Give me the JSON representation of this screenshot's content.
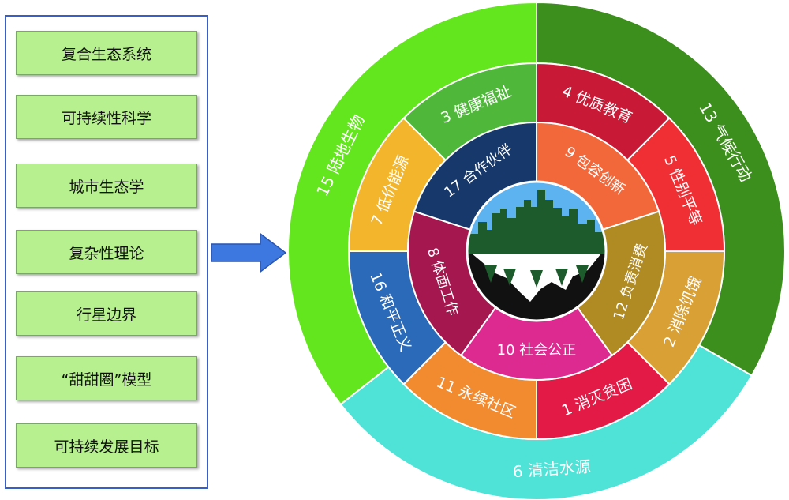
{
  "concepts": [
    "复合生态系统",
    "可持续性科学",
    "城市生态学",
    "复杂性理论",
    "行星边界",
    "“甜甜圈”模型",
    "可持续发展目标"
  ],
  "colors": {
    "panel_border": "#3a5fc4",
    "concept_fill": "#b7f08e",
    "arrow": "#3d78e0",
    "city_sky": "#5cb3f0",
    "city_forest": "#1d5a2c",
    "city_ground": "#111111"
  },
  "rings": {
    "outer": [
      {
        "label": "13 气候行动",
        "color": "#3d8f1d"
      },
      {
        "label": "6 清洁水源",
        "color": "#4fe3d8"
      },
      {
        "label": "15 陆地生物",
        "color": "#64e61e"
      }
    ],
    "middle": [
      {
        "label": "4 优质教育",
        "color": "#c81a36"
      },
      {
        "label": "5 性别平等",
        "color": "#f02f35"
      },
      {
        "label": "2 消除饥饿",
        "color": "#d8a035"
      },
      {
        "label": "1 消灭贫困",
        "color": "#e21a45"
      },
      {
        "label": "11 永续社区",
        "color": "#f28a30"
      },
      {
        "label": "16 和平正义",
        "color": "#2a6ab8"
      },
      {
        "label": "7 低价能源",
        "color": "#f2b52c"
      },
      {
        "label": "3 健康福祉",
        "color": "#4fb83a"
      }
    ],
    "inner": [
      {
        "label": "9 包容创新",
        "color": "#f2683a"
      },
      {
        "label": "12 负责消费",
        "color": "#b08a22"
      },
      {
        "label": "10 社会公正",
        "color": "#dc2a90"
      },
      {
        "label": "8 体面工作",
        "color": "#a5184f"
      },
      {
        "label": "17 合作伙伴",
        "color": "#17386a"
      }
    ]
  }
}
